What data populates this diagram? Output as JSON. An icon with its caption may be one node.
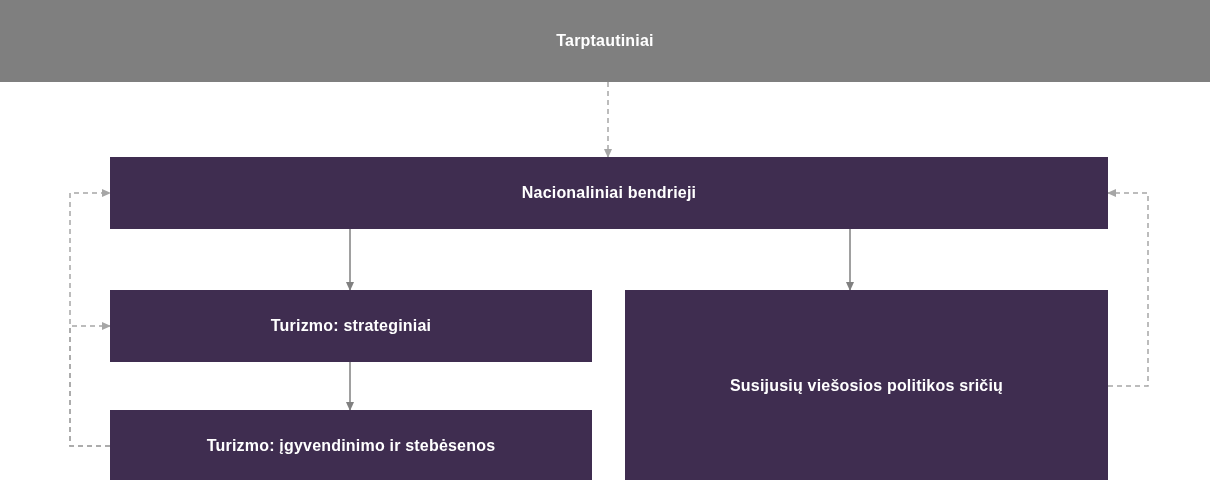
{
  "diagram": {
    "nodes": [
      {
        "text": [
          "Tarptautiniai"
        ]
      },
      {
        "text": [
          "Nacionaliniai bendrieji"
        ]
      },
      {
        "text": [
          "Turizmo: strateginiai"
        ]
      },
      {
        "text": [
          "Turizmo: įgyvendinimo ir stebėsenos"
        ]
      },
      {
        "text": [
          "Susijusių viešosios politikos sričių"
        ]
      }
    ],
    "edges": [
      {
        "from": 0,
        "to": 1,
        "arrow": "to",
        "style": "dashed"
      },
      {
        "from": 1,
        "to": 2,
        "arrow": "to"
      },
      {
        "from": 1,
        "to": 4,
        "arrow": "to"
      },
      {
        "from": 2,
        "to": 3,
        "arrow": "to"
      },
      {
        "from": 3,
        "to": 1,
        "arrow": "to",
        "style": "dashed"
      },
      {
        "from": 3,
        "to": 2,
        "arrow": "to",
        "style": "dashed"
      },
      {
        "from": 4,
        "to": 1,
        "arrow": "to",
        "style": "dashed"
      }
    ]
  }
}
